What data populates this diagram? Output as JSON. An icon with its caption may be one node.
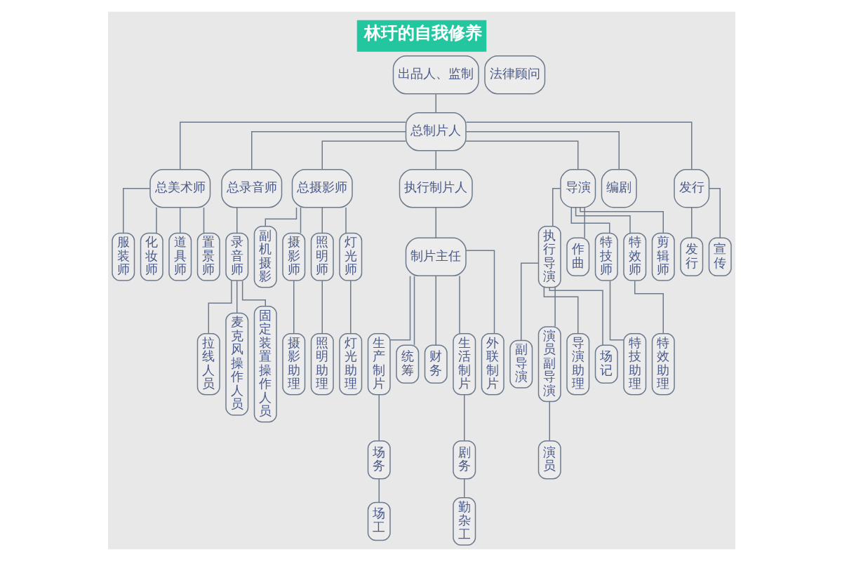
{
  "diagram": {
    "title": "林玗的自我修养",
    "nodes": [
      {
        "text": [
          "出品人、监制"
        ]
      },
      {
        "text": [
          "总制片人"
        ]
      },
      {
        "text": [
          "法律顾问"
        ]
      },
      {
        "text": [
          "总美术师"
        ]
      },
      {
        "text": [
          "总录音师"
        ]
      },
      {
        "text": [
          "总摄影师"
        ]
      },
      {
        "text": [
          "执行制片人"
        ]
      },
      {
        "text": [
          "导演"
        ]
      },
      {
        "text": [
          "编剧"
        ]
      },
      {
        "text": [
          "发行"
        ]
      },
      {
        "text": [
          "制片主任"
        ]
      },
      {
        "text": [
          "服装师"
        ]
      },
      {
        "text": [
          "化妆师"
        ]
      },
      {
        "text": [
          "道具师"
        ]
      },
      {
        "text": [
          "置景师"
        ]
      },
      {
        "text": [
          "录音师"
        ]
      },
      {
        "text": [
          "拉线人员"
        ]
      },
      {
        "text": [
          "麦克风操作人员"
        ]
      },
      {
        "text": [
          "固定装置操作人员"
        ]
      },
      {
        "text": [
          "副机摄影"
        ]
      },
      {
        "text": [
          "摄影师"
        ]
      },
      {
        "text": [
          "照明师"
        ]
      },
      {
        "text": [
          "灯光师"
        ]
      },
      {
        "text": [
          "摄影助理"
        ]
      },
      {
        "text": [
          "照明助理"
        ]
      },
      {
        "text": [
          "灯光助理"
        ]
      },
      {
        "text": [
          "生产制片"
        ]
      },
      {
        "text": [
          "统筹"
        ]
      },
      {
        "text": [
          "财务"
        ]
      },
      {
        "text": [
          "生活制片"
        ]
      },
      {
        "text": [
          "外联制片"
        ]
      },
      {
        "text": [
          "场务"
        ]
      },
      {
        "text": [
          "场工"
        ]
      },
      {
        "text": [
          "剧务"
        ]
      },
      {
        "text": [
          "勤杂工"
        ]
      },
      {
        "text": [
          "执行导演"
        ]
      },
      {
        "text": [
          "作曲"
        ]
      },
      {
        "text": [
          "特技师"
        ]
      },
      {
        "text": [
          "特效师"
        ]
      },
      {
        "text": [
          "剪辑师"
        ]
      },
      {
        "text": [
          "副导演"
        ]
      },
      {
        "text": [
          "演员副导演"
        ]
      },
      {
        "text": [
          "导演助理"
        ]
      },
      {
        "text": [
          "场记"
        ]
      },
      {
        "text": [
          "演员"
        ]
      },
      {
        "text": [
          "特技助理"
        ]
      },
      {
        "text": [
          "特效助理"
        ]
      },
      {
        "text": [
          "发行"
        ]
      },
      {
        "text": [
          "宣传"
        ]
      }
    ],
    "edges": [
      {
        "from": 0,
        "to": 1,
        "arrow": "none"
      },
      {
        "from": 1,
        "to": 3,
        "arrow": "none"
      },
      {
        "from": 1,
        "to": 4,
        "arrow": "none"
      },
      {
        "from": 1,
        "to": 5,
        "arrow": "none"
      },
      {
        "from": 1,
        "to": 6,
        "arrow": "none"
      },
      {
        "from": 1,
        "to": 7,
        "arrow": "none"
      },
      {
        "from": 1,
        "to": 8,
        "arrow": "none"
      },
      {
        "from": 1,
        "to": 9,
        "arrow": "none"
      },
      {
        "from": 6,
        "to": 10,
        "arrow": "none"
      },
      {
        "from": 3,
        "to": 11,
        "arrow": "none"
      },
      {
        "from": 3,
        "to": 12,
        "arrow": "none"
      },
      {
        "from": 3,
        "to": 13,
        "arrow": "none"
      },
      {
        "from": 3,
        "to": 14,
        "arrow": "none"
      },
      {
        "from": 4,
        "to": 15,
        "arrow": "none"
      },
      {
        "from": 15,
        "to": 16,
        "arrow": "none"
      },
      {
        "from": 15,
        "to": 17,
        "arrow": "none"
      },
      {
        "from": 15,
        "to": 18,
        "arrow": "none"
      },
      {
        "from": 5,
        "to": 19,
        "arrow": "none"
      },
      {
        "from": 5,
        "to": 20,
        "arrow": "none"
      },
      {
        "from": 5,
        "to": 21,
        "arrow": "none"
      },
      {
        "from": 5,
        "to": 22,
        "arrow": "none"
      },
      {
        "from": 20,
        "to": 23,
        "arrow": "none"
      },
      {
        "from": 21,
        "to": 24,
        "arrow": "none"
      },
      {
        "from": 22,
        "to": 25,
        "arrow": "none"
      },
      {
        "from": 10,
        "to": 26,
        "arrow": "none"
      },
      {
        "from": 10,
        "to": 27,
        "arrow": "none"
      },
      {
        "from": 10,
        "to": 28,
        "arrow": "none"
      },
      {
        "from": 10,
        "to": 29,
        "arrow": "none"
      },
      {
        "from": 10,
        "to": 30,
        "arrow": "none"
      },
      {
        "from": 26,
        "to": 31,
        "arrow": "none"
      },
      {
        "from": 31,
        "to": 32,
        "arrow": "none"
      },
      {
        "from": 29,
        "to": 33,
        "arrow": "none"
      },
      {
        "from": 33,
        "to": 34,
        "arrow": "none"
      },
      {
        "from": 7,
        "to": 35,
        "arrow": "none"
      },
      {
        "from": 7,
        "to": 36,
        "arrow": "none"
      },
      {
        "from": 7,
        "to": 37,
        "arrow": "none"
      },
      {
        "from": 7,
        "to": 38,
        "arrow": "none"
      },
      {
        "from": 7,
        "to": 39,
        "arrow": "none"
      },
      {
        "from": 35,
        "to": 40,
        "arrow": "none"
      },
      {
        "from": 35,
        "to": 41,
        "arrow": "none"
      },
      {
        "from": 35,
        "to": 42,
        "arrow": "none"
      },
      {
        "from": 35,
        "to": 43,
        "arrow": "none"
      },
      {
        "from": 41,
        "to": 44,
        "arrow": "none"
      },
      {
        "from": 37,
        "to": 45,
        "arrow": "none"
      },
      {
        "from": 38,
        "to": 46,
        "arrow": "none"
      },
      {
        "from": 9,
        "to": 47,
        "arrow": "none"
      },
      {
        "from": 9,
        "to": 48,
        "arrow": "none"
      }
    ]
  }
}
